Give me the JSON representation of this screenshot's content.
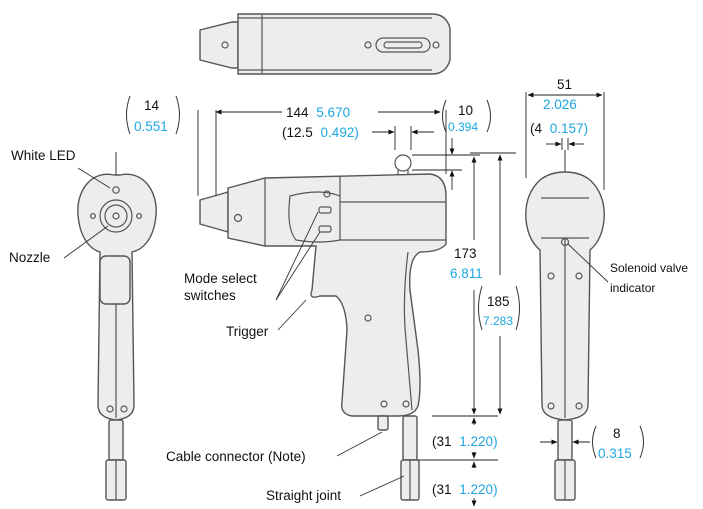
{
  "colors": {
    "metric": "#111111",
    "inch": "#1da6e0",
    "outline": "#555555",
    "body": "#ecedee"
  },
  "labels": {
    "white_led": "White LED",
    "nozzle": "Nozzle",
    "mode_select_1": "Mode select",
    "mode_select_2": "switches",
    "trigger": "Trigger",
    "cable_connector": "Cable connector (Note)",
    "straight_joint": "Straight joint",
    "solenoid_1": "Solenoid valve",
    "solenoid_2": "indicator"
  },
  "dimensions": {
    "nozzle_offset": {
      "mm": "14",
      "inch": "0.551"
    },
    "length": {
      "mm": "144",
      "inch": "5.670"
    },
    "hook_width": {
      "mm": "(12.5",
      "inch": "0.492)"
    },
    "hook_height": {
      "mm": "10",
      "inch": "0.394"
    },
    "body_height": {
      "mm": "173",
      "inch": "6.811"
    },
    "total_height": {
      "mm": "185",
      "inch": "7.283"
    },
    "cable_1": {
      "mm": "(31",
      "inch": "1.220)"
    },
    "cable_2": {
      "mm": "(31",
      "inch": "1.220)"
    },
    "width": {
      "mm": "51",
      "inch": "2.026"
    },
    "hook_dia": {
      "mm": "(4",
      "inch": "0.157)"
    },
    "handle_dia": {
      "mm": "8",
      "inch": "0.315"
    }
  }
}
